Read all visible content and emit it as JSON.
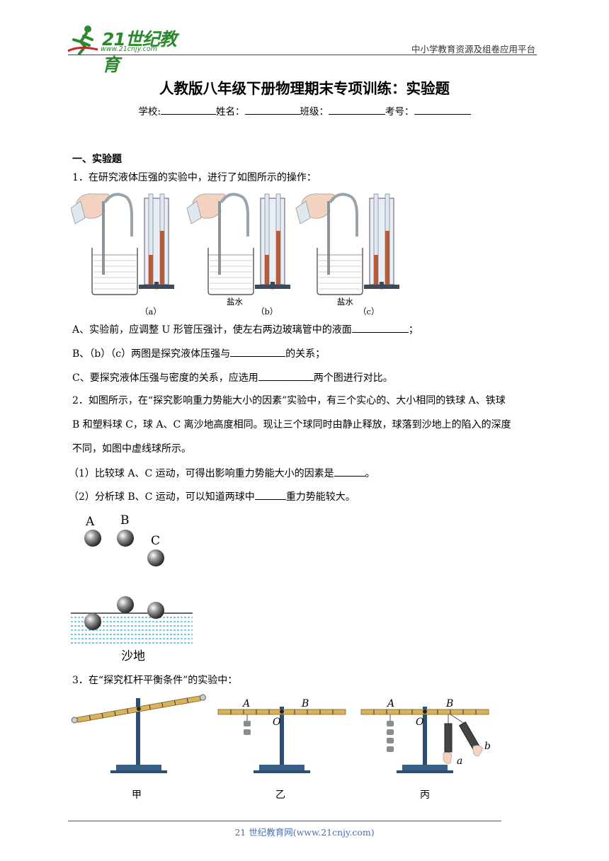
{
  "header": {
    "logo_text": "21世纪教育",
    "logo_url": "www.21cnjy.com",
    "site_name": "中小学教育资源及组卷应用平台"
  },
  "doc": {
    "title": "人教版八年级下册物理期末专项训练：实验题",
    "info_fields": [
      "学校:",
      "姓名：",
      "班级：",
      "考号："
    ]
  },
  "section": {
    "heading": "一、实验题"
  },
  "q1": {
    "stem": "1．在研究液体压强的实验中，进行了如图所示的操作：",
    "fig_labels": [
      "（a）",
      "（b）",
      "（c）"
    ],
    "brine_label": "盐水",
    "a_pre": "A、实验前，应调整 U 形管压强计，使左右两边玻璃管中的液面",
    "a_post": "；",
    "b_pre": "B、（b）（c）两图是探究液体压强与",
    "b_post": "的关系；",
    "c_pre": "C、要探究液体压强与密度的关系，应选用",
    "c_post": "两个图进行对比。"
  },
  "q2": {
    "line1": "2．如图所示，在“探究影响重力势能大小的因素”实验中，有三个实心的、大小相同的铁球 A、铁球",
    "line2": "B 和塑料球 C，球 A、C 离沙地高度相同。现让三个球同时由静止释放，球落到沙地上的陷入的深度",
    "line3": "不同，如图中虚线球所示。",
    "sub1_pre": "（1）比较球 A、C 运动，可得出影响重力势能大小的因素是",
    "sub1_post": "。",
    "sub2_pre": "（2）分析球 B、C 运动，可以知道两球中",
    "sub2_post": "重力势能较大。",
    "ball_labels": [
      "A",
      "B",
      "C"
    ],
    "sand_label": "沙地"
  },
  "q3": {
    "stem": "3．在“探究杠杆平衡条件”的实验中：",
    "fig_labels": [
      "甲",
      "乙",
      "丙"
    ],
    "point_labels": [
      "A",
      "B",
      "O",
      "a",
      "b"
    ]
  },
  "footer": {
    "text": "21 世纪教育网(www.21cnjy.com)"
  }
}
